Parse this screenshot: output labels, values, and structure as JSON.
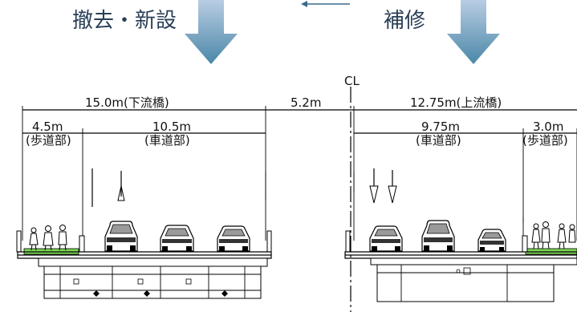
{
  "labels": {
    "left_action": "撤去・新設",
    "right_action": "補修",
    "centerline": "CL"
  },
  "dimensions": {
    "left_total": "15.0m(下流橋)",
    "gap": "5.2m",
    "right_total": "12.75m(上流橋)",
    "left_sidewalk_width": "4.5m",
    "left_sidewalk_name": "(歩道部)",
    "left_road_width": "10.5m",
    "left_road_name": "(車道部)",
    "right_road_width": "9.75m",
    "right_road_name": "(車道部)",
    "right_sidewalk_width": "3.0m",
    "right_sidewalk_name": "(歩道部)"
  },
  "colors": {
    "arrow_top": "#b9cde3",
    "arrow_bottom": "#4a87a8",
    "sidewalk": "#7ed957",
    "title_text": "#2a3f56"
  }
}
